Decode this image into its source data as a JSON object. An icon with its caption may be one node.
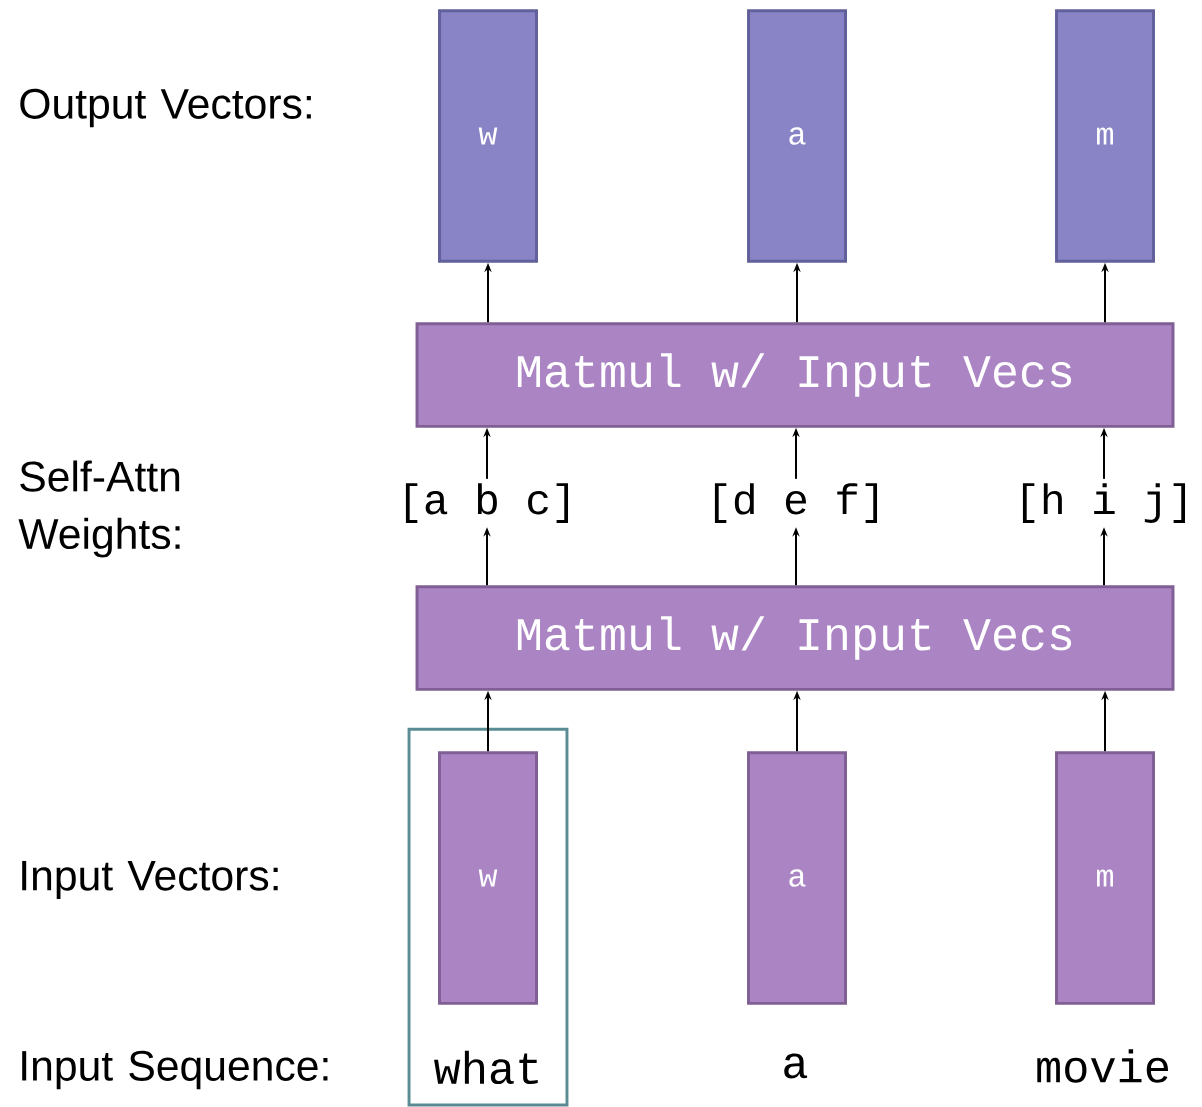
{
  "diagram": {
    "nodes": [
      {
        "text": [
          "w"
        ]
      },
      {
        "text": [
          "a"
        ]
      },
      {
        "text": [
          "m"
        ]
      },
      {
        "text": [
          "Matmul w/ Input Vecs"
        ]
      },
      {
        "text": [
          "[a b c]"
        ]
      },
      {
        "text": [
          "[d e f]"
        ]
      },
      {
        "text": [
          "[h i j]"
        ]
      },
      {
        "text": [
          "Matmul w/ Input Vecs"
        ]
      },
      {
        "text": [
          "what"
        ]
      },
      {
        "text": [
          "w"
        ],
        "in": 8
      },
      {
        "text": [
          "a"
        ]
      },
      {
        "text": [
          "m"
        ]
      }
    ],
    "edges": [
      {
        "from": 9,
        "to": 7,
        "arrow": "to"
      },
      {
        "from": 10,
        "to": 7,
        "arrow": "to"
      },
      {
        "from": 11,
        "to": 7,
        "arrow": "to"
      },
      {
        "from": 7,
        "to": 4,
        "arrow": "to"
      },
      {
        "from": 7,
        "to": 5,
        "arrow": "to"
      },
      {
        "from": 7,
        "to": 6,
        "arrow": "to"
      },
      {
        "from": 4,
        "to": 3,
        "arrow": "to"
      },
      {
        "from": 5,
        "to": 3,
        "arrow": "to"
      },
      {
        "from": 6,
        "to": 3,
        "arrow": "to"
      },
      {
        "from": 3,
        "to": 0,
        "arrow": "to"
      },
      {
        "from": 3,
        "to": 1,
        "arrow": "to"
      },
      {
        "from": 3,
        "to": 2,
        "arrow": "to"
      }
    ],
    "labels": [
      "Output Vectors:",
      "Self-Attn Weights:",
      "Input Vectors:",
      "Input Sequence:",
      "a",
      "movie"
    ]
  }
}
